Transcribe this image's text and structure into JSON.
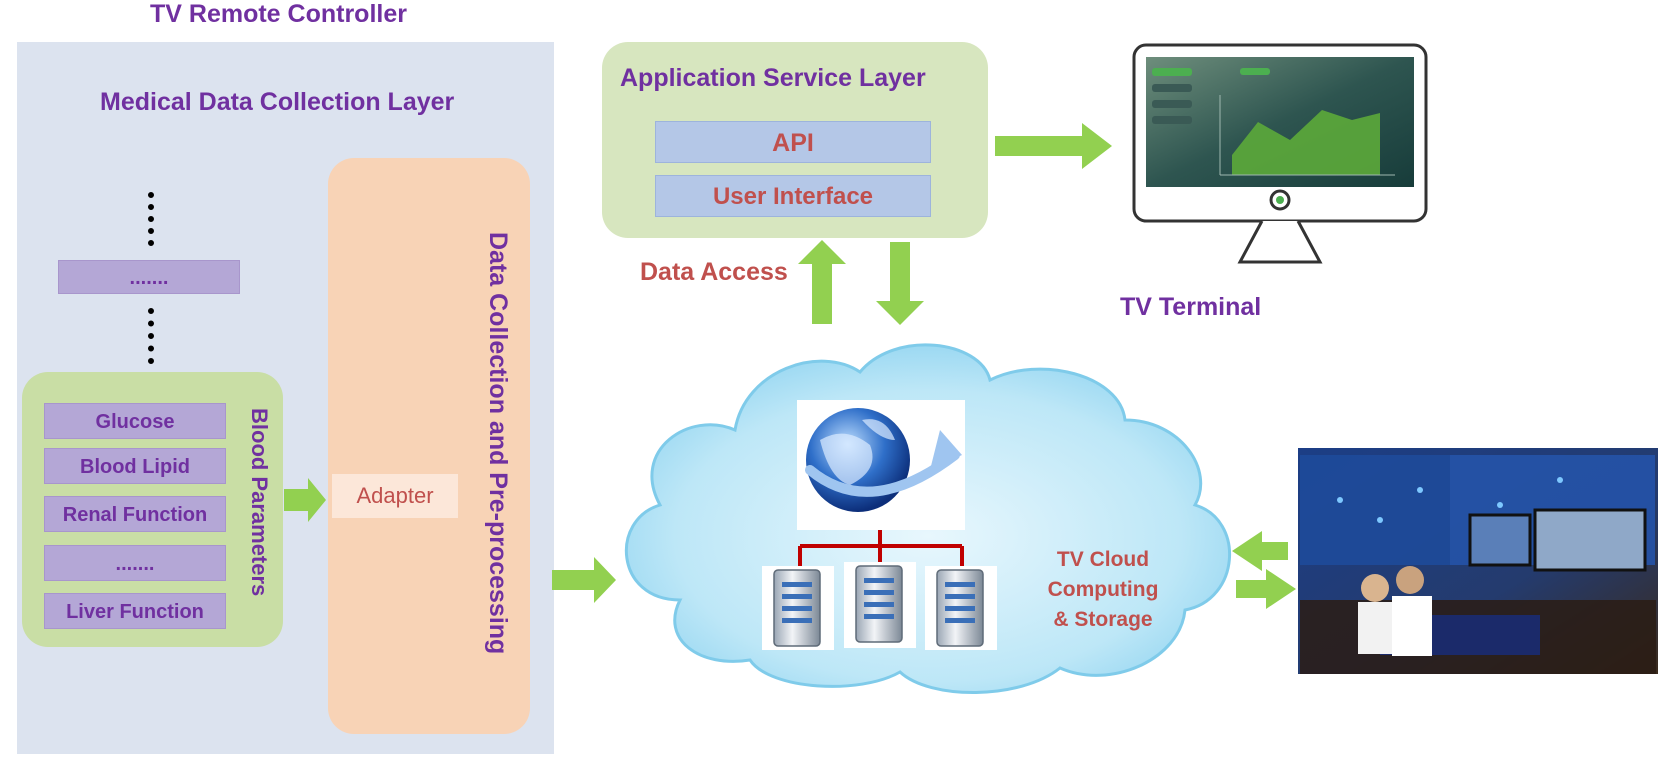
{
  "top_title": "TV Remote Controller",
  "collection_layer": {
    "title": "Medical Data Collection Layer",
    "placeholder_bar": ".......",
    "blood_group_label": "Blood Parameters",
    "parameters": [
      "Glucose",
      "Blood Lipid",
      "Renal Function",
      ".......",
      "Liver Function"
    ]
  },
  "preprocessing": {
    "label": "Data Collection and Pre-processing",
    "adapter": "Adapter"
  },
  "application_layer": {
    "title": "Application Service Layer",
    "api": "API",
    "user_interface": "User Interface"
  },
  "data_access": "Data Access",
  "tv_terminal": "TV Terminal",
  "cloud": {
    "line1": "TV Cloud Computing",
    "line2": "& Storage"
  },
  "colors": {
    "purple_text": "#7030A0",
    "red_text": "#C0504D",
    "arrow_green": "#92D050",
    "panel_blue": "#DCE3EF"
  }
}
